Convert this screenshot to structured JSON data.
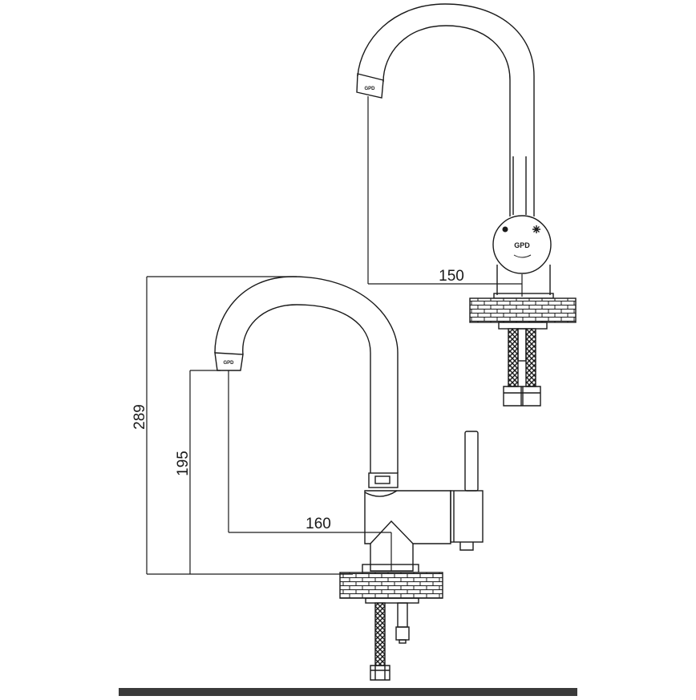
{
  "dimensions": {
    "total_height": "289",
    "spout_height": "195",
    "side_reach": "160",
    "front_reach": "150"
  },
  "logo": {
    "text": "GPD"
  },
  "colors": {
    "line": "#1a1a1a",
    "tile": "#ffffff",
    "footer_bar": "#3a3a3a"
  }
}
